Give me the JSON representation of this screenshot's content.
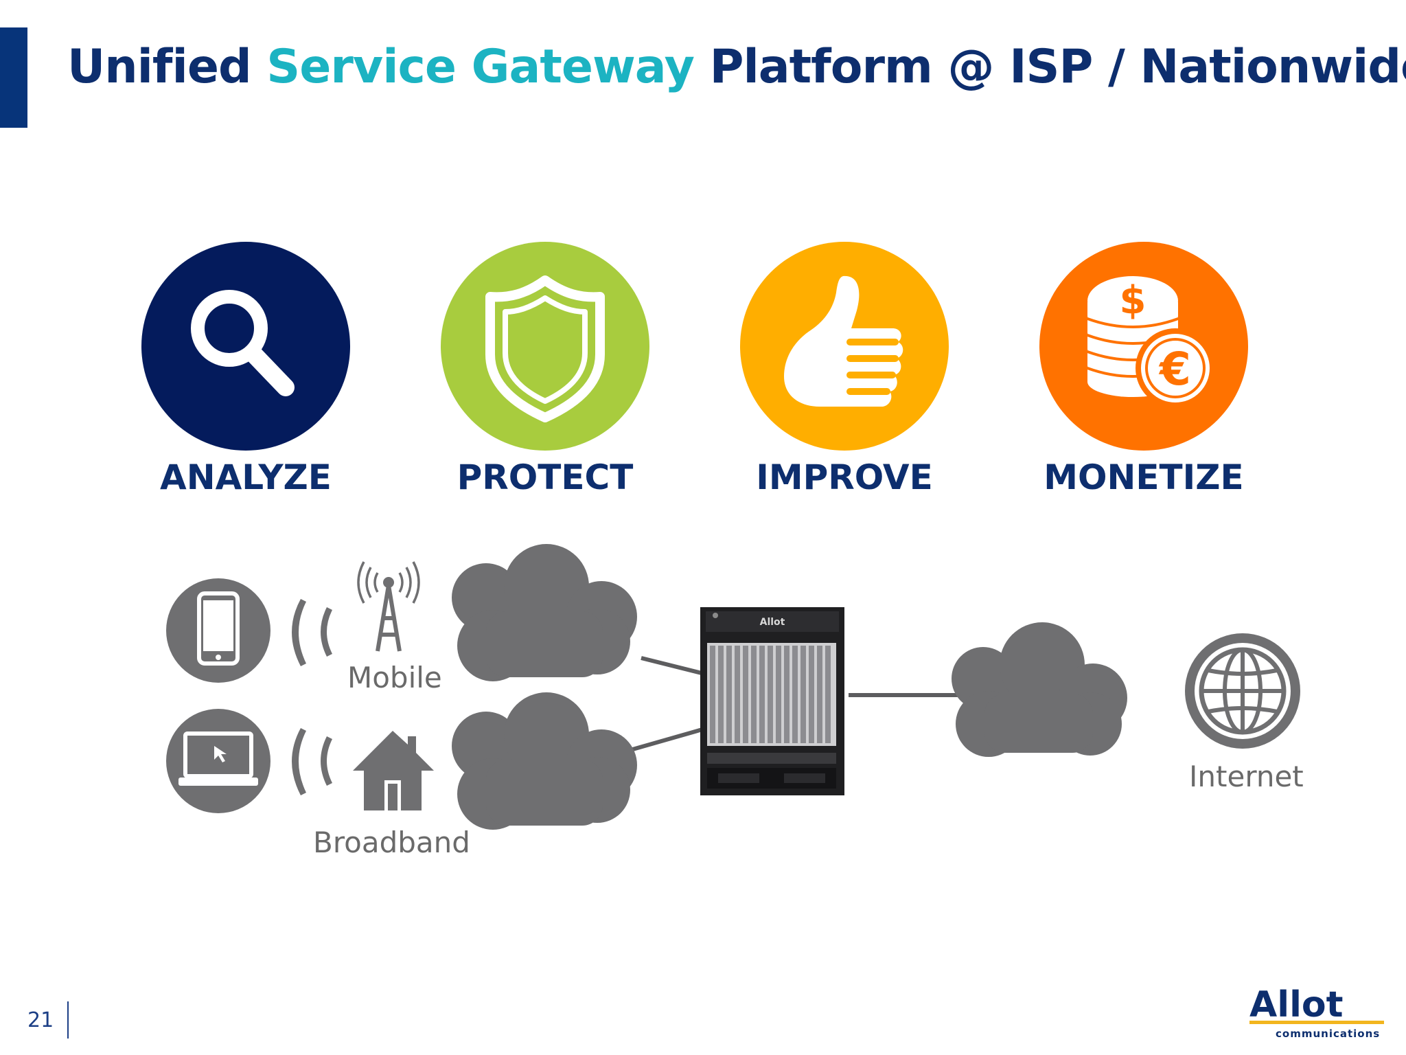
{
  "title": {
    "part1": "Unified ",
    "highlight": "Service Gateway",
    "part2": " Platform @ ISP / Nationwide"
  },
  "pillars": [
    {
      "label": "ANALYZE",
      "icon": "magnifier-icon",
      "color": "#041b5c"
    },
    {
      "label": "PROTECT",
      "icon": "shield-icon",
      "color": "#a8cc3e"
    },
    {
      "label": "IMPROVE",
      "icon": "thumbs-up-icon",
      "color": "#ffae00"
    },
    {
      "label": "MONETIZE",
      "icon": "coins-icon",
      "color": "#ff7200"
    }
  ],
  "network": {
    "mobile_label": "Mobile",
    "broadband_label": "Broadband",
    "internet_label": "Internet",
    "gateway_brand": "Allot",
    "icon_gray": "#6f6f71"
  },
  "footer": {
    "page_number": "21",
    "logo_text": "Allot",
    "logo_sub": "communications",
    "logo_color": "#0d2e6e",
    "logo_accent": "#f2b51e"
  }
}
